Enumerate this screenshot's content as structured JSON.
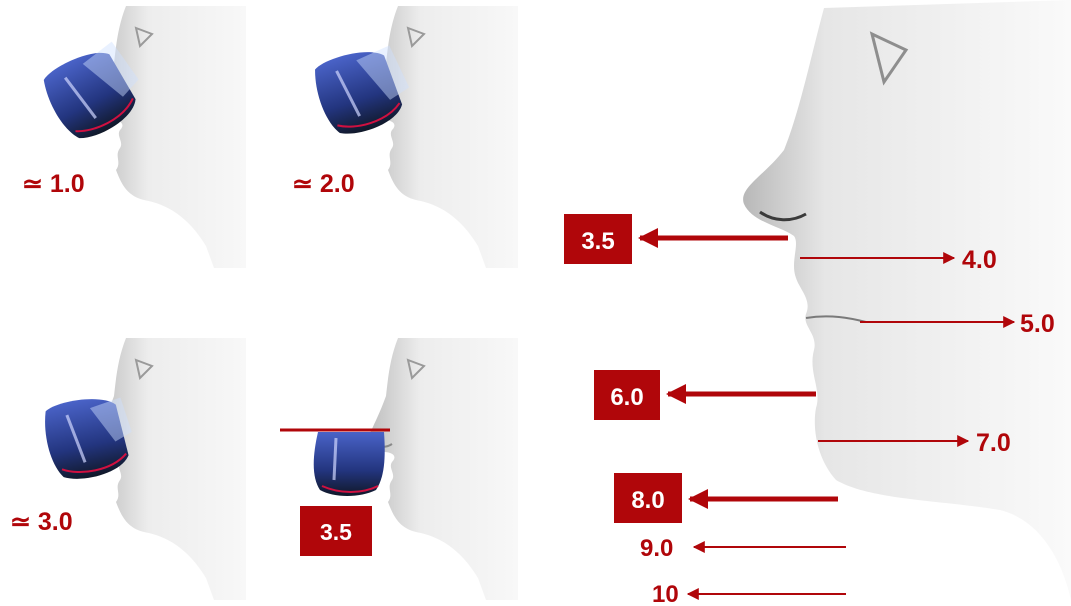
{
  "colors": {
    "accent": "#b0060a",
    "face_light": "#f4f4f4",
    "face_dark": "#c2c2c2",
    "glass_blue": "#2a3f9a",
    "glass_dark": "#161616"
  },
  "panels": [
    {
      "label": "≃ 1.0",
      "boxed": false,
      "tilt": "steep"
    },
    {
      "label": "≃ 2.0",
      "boxed": false,
      "tilt": "medium"
    },
    {
      "label": "≃ 3.0",
      "boxed": false,
      "tilt": "slight"
    },
    {
      "label": "3.5",
      "boxed": true,
      "tilt": "level"
    }
  ],
  "profile_marks": [
    {
      "label": "3.5",
      "boxed": true,
      "direction": "left",
      "weight": "thick"
    },
    {
      "label": "4.0",
      "boxed": false,
      "direction": "right",
      "weight": "thin"
    },
    {
      "label": "5.0",
      "boxed": false,
      "direction": "right",
      "weight": "thin"
    },
    {
      "label": "6.0",
      "boxed": true,
      "direction": "left",
      "weight": "thick"
    },
    {
      "label": "7.0",
      "boxed": false,
      "direction": "right",
      "weight": "thin"
    },
    {
      "label": "8.0",
      "boxed": true,
      "direction": "left",
      "weight": "thick"
    },
    {
      "label": "9.0",
      "boxed": false,
      "direction": "left",
      "weight": "thin"
    },
    {
      "label": "10",
      "boxed": false,
      "direction": "left",
      "weight": "thin"
    }
  ]
}
